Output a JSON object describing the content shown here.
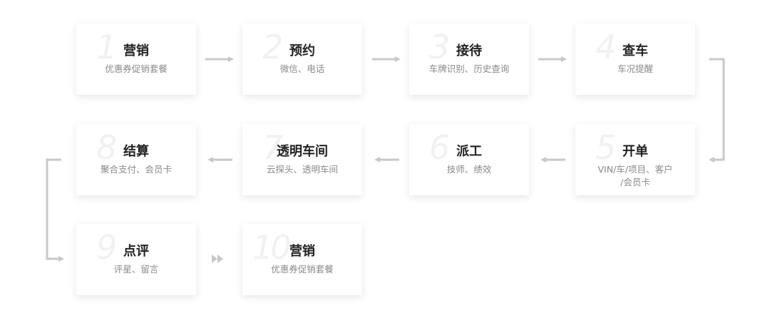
{
  "steps": [
    {
      "num": "1",
      "title": "营销",
      "sub": "优惠券促销套餐"
    },
    {
      "num": "2",
      "title": "预约",
      "sub": "微信、电话"
    },
    {
      "num": "3",
      "title": "接待",
      "sub": "车牌识别、历史查询"
    },
    {
      "num": "4",
      "title": "查车",
      "sub": "车况提醒"
    },
    {
      "num": "5",
      "title": "开单",
      "sub": "VIN/车/项目、客户\n/会员卡"
    },
    {
      "num": "6",
      "title": "派工",
      "sub": "技师、绩效"
    },
    {
      "num": "7",
      "title": "透明车间",
      "sub": "云探头、透明车间"
    },
    {
      "num": "8",
      "title": "结算",
      "sub": "聚合支付、会员卡"
    },
    {
      "num": "9",
      "title": "点评",
      "sub": "评星、留言"
    },
    {
      "num": "10",
      "title": "营销",
      "sub": "优惠券促销套餐"
    }
  ],
  "colors": {
    "arrow": "#c8c8c8",
    "card_bg": "#ffffff",
    "title": "#222222",
    "sub": "#8a8a8a",
    "number": "#f1f1f1"
  }
}
